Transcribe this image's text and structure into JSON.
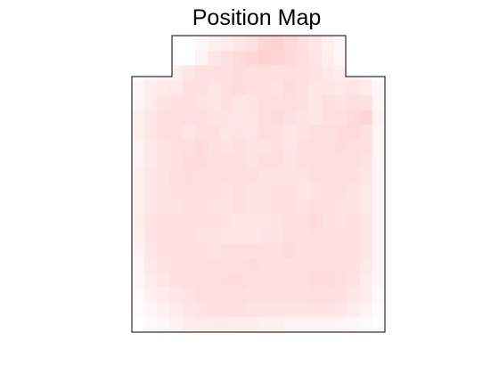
{
  "chart_data": {
    "type": "heatmap",
    "title": "Position Map",
    "xlabel": "",
    "ylabel": "",
    "colormap": "white-to-red",
    "color_low": "#ffffff",
    "color_high": "#ff0000",
    "axes_visible": false,
    "grid": false,
    "legend": "none",
    "values": [
      [
        0,
        0,
        0,
        0,
        0,
        0.03,
        0.06,
        0.08,
        0.1,
        0.12,
        0.16,
        0.18,
        0.15,
        0.12,
        0.1,
        0.06,
        0.03,
        0,
        0,
        0
      ],
      [
        0,
        0,
        0,
        0,
        0,
        0.05,
        0.1,
        0.12,
        0.14,
        0.16,
        0.18,
        0.17,
        0.15,
        0.13,
        0.1,
        0.07,
        0.03,
        0,
        0,
        0
      ],
      [
        0,
        0.03,
        0.05,
        0.06,
        0.1,
        0.12,
        0.12,
        0.13,
        0.14,
        0.13,
        0.13,
        0.12,
        0.13,
        0.12,
        0.11,
        0.09,
        0.07,
        0.06,
        0.04,
        0.02
      ],
      [
        0.03,
        0.07,
        0.08,
        0.09,
        0.12,
        0.12,
        0.1,
        0.13,
        0.14,
        0.13,
        0.13,
        0.11,
        0.14,
        0.12,
        0.1,
        0.1,
        0.09,
        0.1,
        0.08,
        0.03
      ],
      [
        0.04,
        0.08,
        0.11,
        0.12,
        0.12,
        0.11,
        0.1,
        0.12,
        0.1,
        0.11,
        0.12,
        0.12,
        0.13,
        0.12,
        0.1,
        0.12,
        0.11,
        0.13,
        0.12,
        0.04
      ],
      [
        0.06,
        0.1,
        0.12,
        0.13,
        0.12,
        0.12,
        0.11,
        0.11,
        0.1,
        0.1,
        0.13,
        0.14,
        0.12,
        0.11,
        0.1,
        0.12,
        0.12,
        0.14,
        0.16,
        0.05
      ],
      [
        0.06,
        0.1,
        0.12,
        0.12,
        0.1,
        0.12,
        0.12,
        0.1,
        0.11,
        0.1,
        0.13,
        0.12,
        0.1,
        0.11,
        0.12,
        0.13,
        0.14,
        0.15,
        0.12,
        0.04
      ],
      [
        0.05,
        0.09,
        0.11,
        0.12,
        0.13,
        0.14,
        0.12,
        0.11,
        0.12,
        0.11,
        0.11,
        0.12,
        0.1,
        0.12,
        0.13,
        0.13,
        0.14,
        0.13,
        0.12,
        0.04
      ],
      [
        0.05,
        0.09,
        0.11,
        0.12,
        0.14,
        0.14,
        0.13,
        0.12,
        0.12,
        0.11,
        0.12,
        0.12,
        0.11,
        0.12,
        0.13,
        0.12,
        0.13,
        0.13,
        0.11,
        0.04
      ],
      [
        0.06,
        0.1,
        0.11,
        0.13,
        0.14,
        0.13,
        0.13,
        0.12,
        0.12,
        0.12,
        0.11,
        0.11,
        0.11,
        0.11,
        0.12,
        0.12,
        0.13,
        0.12,
        0.1,
        0.04
      ],
      [
        0.06,
        0.1,
        0.11,
        0.12,
        0.13,
        0.12,
        0.12,
        0.11,
        0.12,
        0.11,
        0.11,
        0.12,
        0.12,
        0.1,
        0.11,
        0.12,
        0.12,
        0.11,
        0.09,
        0.04
      ],
      [
        0.06,
        0.1,
        0.11,
        0.11,
        0.12,
        0.12,
        0.11,
        0.11,
        0.12,
        0.11,
        0.11,
        0.12,
        0.12,
        0.11,
        0.12,
        0.12,
        0.11,
        0.11,
        0.09,
        0.04
      ],
      [
        0.07,
        0.11,
        0.12,
        0.12,
        0.13,
        0.13,
        0.12,
        0.11,
        0.1,
        0.1,
        0.1,
        0.11,
        0.12,
        0.12,
        0.14,
        0.12,
        0.11,
        0.12,
        0.1,
        0.04
      ],
      [
        0.06,
        0.11,
        0.13,
        0.12,
        0.12,
        0.11,
        0.11,
        0.1,
        0.1,
        0.1,
        0.11,
        0.11,
        0.13,
        0.12,
        0.13,
        0.13,
        0.12,
        0.12,
        0.1,
        0.04
      ],
      [
        0.05,
        0.1,
        0.12,
        0.13,
        0.12,
        0.12,
        0.11,
        0.12,
        0.12,
        0.12,
        0.13,
        0.13,
        0.14,
        0.12,
        0.12,
        0.13,
        0.12,
        0.12,
        0.1,
        0.04
      ],
      [
        0.04,
        0.09,
        0.11,
        0.12,
        0.12,
        0.12,
        0.12,
        0.12,
        0.13,
        0.14,
        0.13,
        0.13,
        0.12,
        0.12,
        0.13,
        0.13,
        0.13,
        0.12,
        0.09,
        0.04
      ],
      [
        0.03,
        0.08,
        0.1,
        0.12,
        0.12,
        0.12,
        0.13,
        0.14,
        0.14,
        0.13,
        0.13,
        0.12,
        0.12,
        0.12,
        0.14,
        0.14,
        0.13,
        0.11,
        0.08,
        0.03
      ],
      [
        0.02,
        0.06,
        0.08,
        0.1,
        0.11,
        0.12,
        0.13,
        0.13,
        0.13,
        0.12,
        0.12,
        0.12,
        0.12,
        0.12,
        0.13,
        0.13,
        0.12,
        0.1,
        0.07,
        0.02
      ],
      [
        0.01,
        0.04,
        0.06,
        0.08,
        0.1,
        0.11,
        0.12,
        0.12,
        0.12,
        0.11,
        0.11,
        0.11,
        0.11,
        0.11,
        0.11,
        0.11,
        0.1,
        0.08,
        0.05,
        0.01
      ],
      [
        0,
        0.02,
        0.03,
        0.05,
        0.07,
        0.08,
        0.08,
        0.08,
        0.07,
        0.07,
        0.06,
        0.06,
        0.05,
        0.05,
        0.05,
        0.05,
        0.04,
        0.03,
        0.02,
        0
      ]
    ]
  }
}
